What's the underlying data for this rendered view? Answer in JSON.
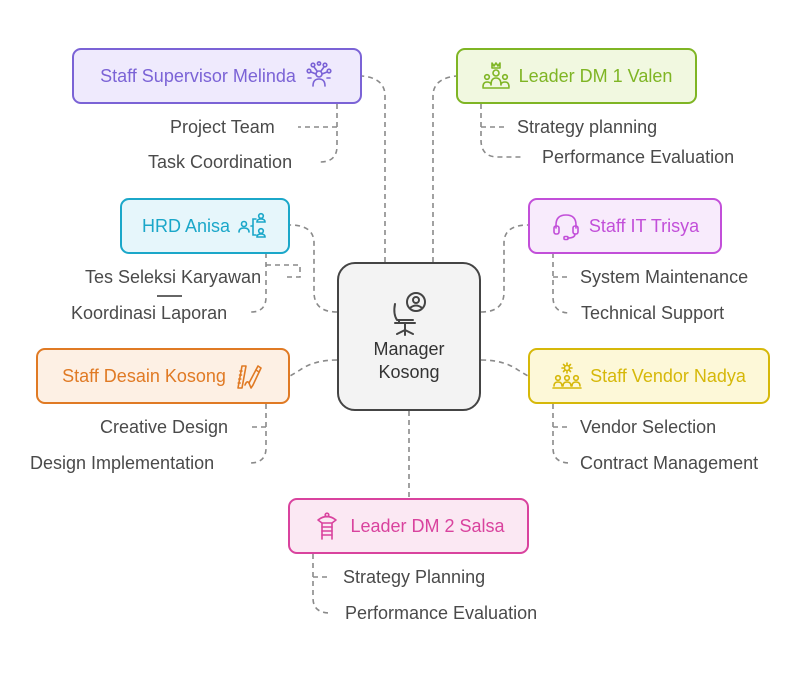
{
  "center": {
    "line1": "Manager",
    "line2": "Kosong",
    "icon": "office-chair-person-icon"
  },
  "nodes": {
    "supervisor": {
      "label": "Staff Supervisor Melinda",
      "icon": "team-network-icon",
      "color": "#7b63d6",
      "bg": "#efeafd",
      "children": [
        "Project Team",
        "Task Coordination"
      ]
    },
    "leader1": {
      "label": "Leader DM 1 Valen",
      "icon": "crown-group-icon",
      "color": "#7fb524",
      "bg": "#f1f8e0",
      "children": [
        "Strategy planning",
        "Performance Evaluation"
      ]
    },
    "hrd": {
      "label": "HRD Anisa",
      "icon": "org-chart-people-icon",
      "color": "#1ba7c9",
      "bg": "#e6f6fb",
      "children": [
        "Tes Seleksi Karyawan",
        "Koordinasi Laporan"
      ]
    },
    "it": {
      "label": "Staff IT Trisya",
      "icon": "headset-icon",
      "color": "#c24fd9",
      "bg": "#f8ebfc",
      "children": [
        "System Maintenance",
        "Technical Support"
      ]
    },
    "desain": {
      "label": "Staff Desain Kosong",
      "icon": "pen-ruler-icon",
      "color": "#e07a24",
      "bg": "#fdf0e4",
      "children": [
        "Creative Design",
        "Design Implementation"
      ]
    },
    "vendor": {
      "label": "Staff Vendor Nadya",
      "icon": "gear-people-icon",
      "color": "#d6b809",
      "bg": "#fdf8d8",
      "children": [
        "Vendor Selection",
        "Contract Management"
      ]
    },
    "leader2": {
      "label": "Leader DM 2 Salsa",
      "icon": "ladder-flag-icon",
      "color": "#d9439e",
      "bg": "#fbe8f3",
      "children": [
        "Strategy Planning",
        "Performance Evaluation"
      ]
    }
  }
}
